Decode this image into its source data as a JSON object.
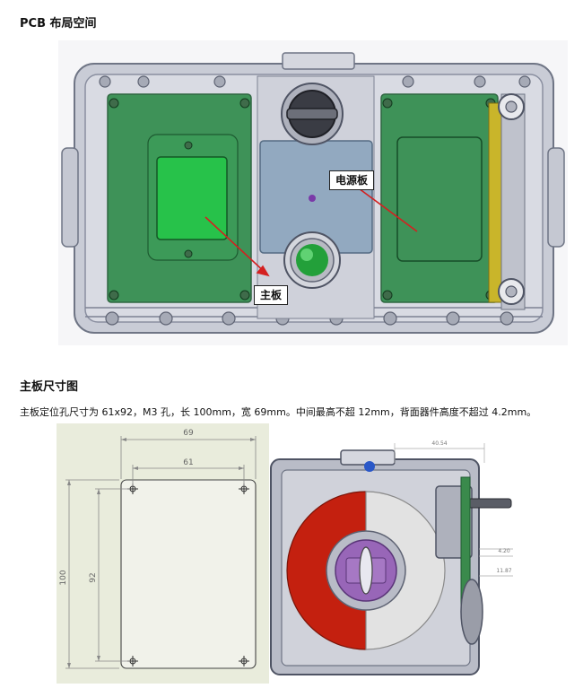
{
  "section1": {
    "title": "PCB 布局空间",
    "label_power_board": "电源板",
    "label_main_board": "主板"
  },
  "section2": {
    "title": "主板尺寸图",
    "description": "主板定位孔尺寸为 61x92，M3 孔，长 100mm，宽 69mm。中间最高不超 12mm，背面器件高度不超过 4.2mm。"
  },
  "drawing": {
    "dim_width_outer": "69",
    "dim_width_inner": "61",
    "dim_height_outer": "100",
    "dim_height_inner": "92"
  },
  "side_view": {
    "dim_top": "40.54",
    "dim_right_1": "4.20",
    "dim_right_2": "11.87"
  },
  "colors": {
    "pcb_green": "#2e8b4a",
    "power_board_blue": "#8fa7bf",
    "drawing_bg": "#e9ecdc",
    "arrow_red": "#d42020",
    "ring_red": "#c4200f"
  }
}
